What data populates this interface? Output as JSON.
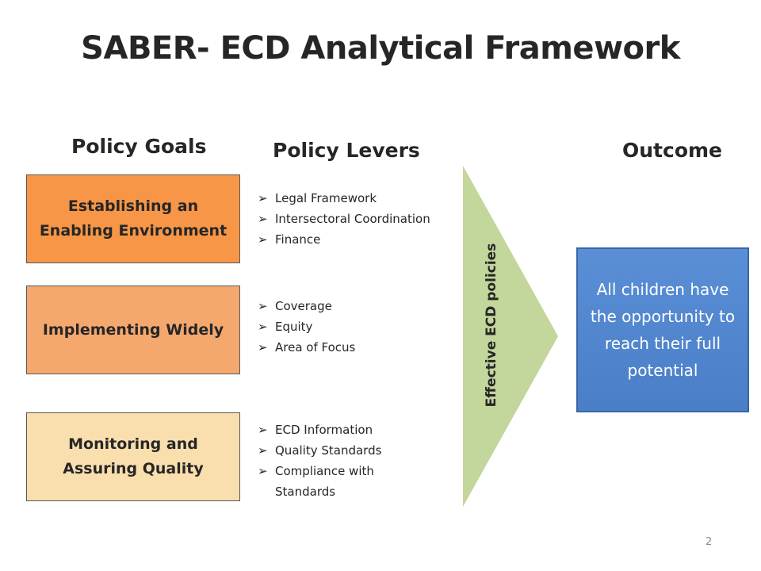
{
  "title": "SABER- ECD Analytical Framework",
  "headers": {
    "goals": "Policy Goals",
    "levers": "Policy Levers",
    "outcome": "Outcome"
  },
  "goals": [
    {
      "label": "Establishing an Enabling Environment",
      "color": "#f79646"
    },
    {
      "label": "Implementing Widely",
      "color": "#f5a86e"
    },
    {
      "label": "Monitoring and Assuring Quality",
      "color": "#fadfae"
    }
  ],
  "levers": [
    {
      "items": [
        "Legal Framework",
        "Intersectoral Coordination",
        "Finance"
      ]
    },
    {
      "items": [
        "Coverage",
        "Equity",
        "Area of Focus"
      ]
    },
    {
      "items": [
        "ECD Information",
        "Quality Standards",
        "Compliance with Standards"
      ]
    }
  ],
  "bullet_icon": "arrowhead-bullet-icon",
  "chevron": {
    "label": "Effective ECD policies",
    "color": "#c3d69b"
  },
  "outcome_box": {
    "text": "All children have the opportunity to reach their full potential",
    "color": "#4f81bd"
  },
  "page_number": "2"
}
